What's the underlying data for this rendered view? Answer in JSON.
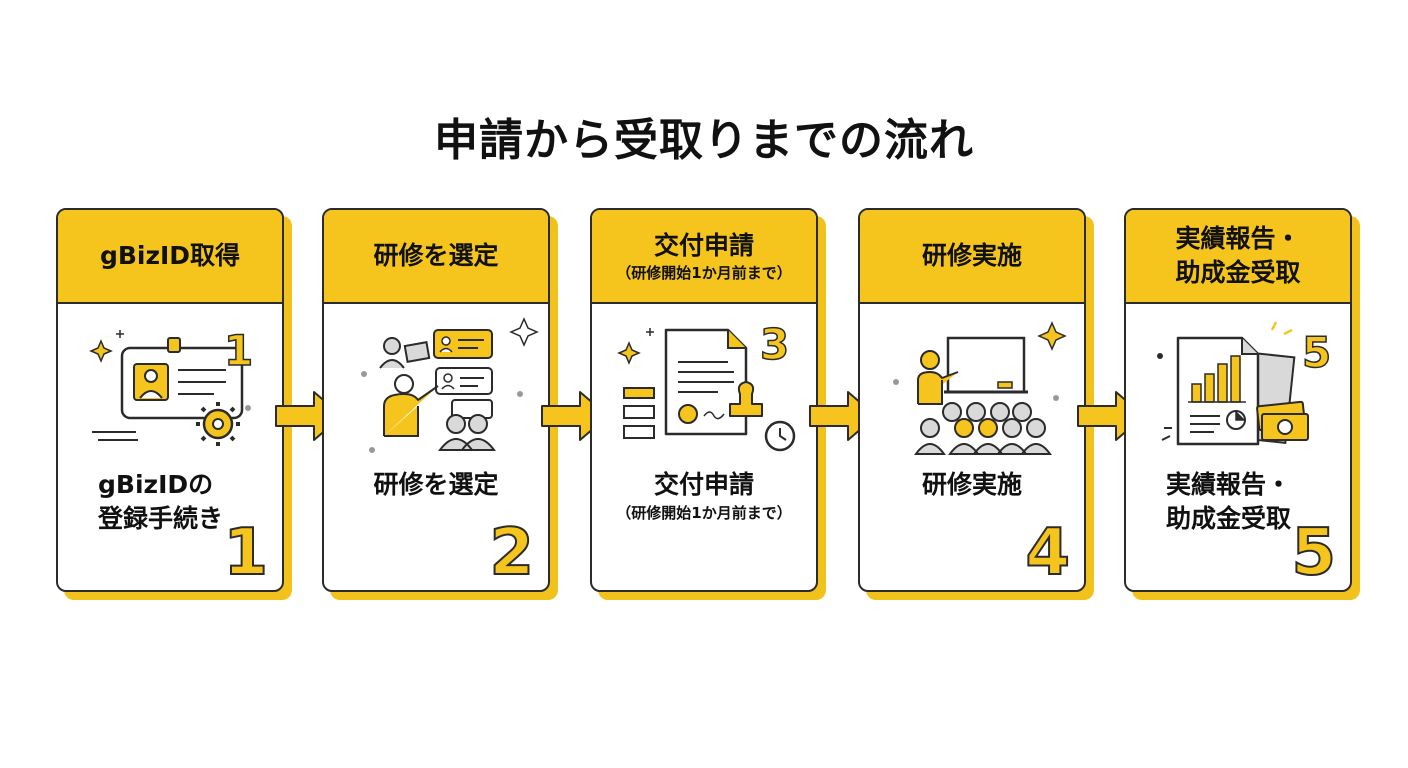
{
  "title": "申請から受取りまでの流れ",
  "colors": {
    "accent": "#f5c51d",
    "outline": "#2b2b2b",
    "icon_fill": "#d9d9d9"
  },
  "steps": [
    {
      "header": "gBizID取得",
      "header_sub": "",
      "body_line1": "gBizIDの",
      "body_line2": "登録手続き",
      "body_sub": "",
      "number": "1",
      "icon": "id-card-gear-icon"
    },
    {
      "header": "研修を選定",
      "header_sub": "",
      "body_line1": "研修を選定",
      "body_line2": "",
      "body_sub": "",
      "number": "2",
      "icon": "trainer-selection-icon"
    },
    {
      "header": "交付申請",
      "header_sub": "（研修開始1か月前まで）",
      "body_line1": "交付申請",
      "body_line2": "",
      "body_sub": "（研修開始1か月前まで）",
      "number": "3",
      "icon": "document-stamp-clock-icon"
    },
    {
      "header": "研修実施",
      "header_sub": "",
      "body_line1": "研修実施",
      "body_line2": "",
      "body_sub": "",
      "number": "4",
      "icon": "lecture-audience-icon"
    },
    {
      "header": "実績報告・",
      "header_sub": "助成金受取",
      "body_line1": "実績報告・",
      "body_line2": "助成金受取",
      "body_sub": "",
      "number": "5",
      "icon": "report-money-icon"
    }
  ]
}
